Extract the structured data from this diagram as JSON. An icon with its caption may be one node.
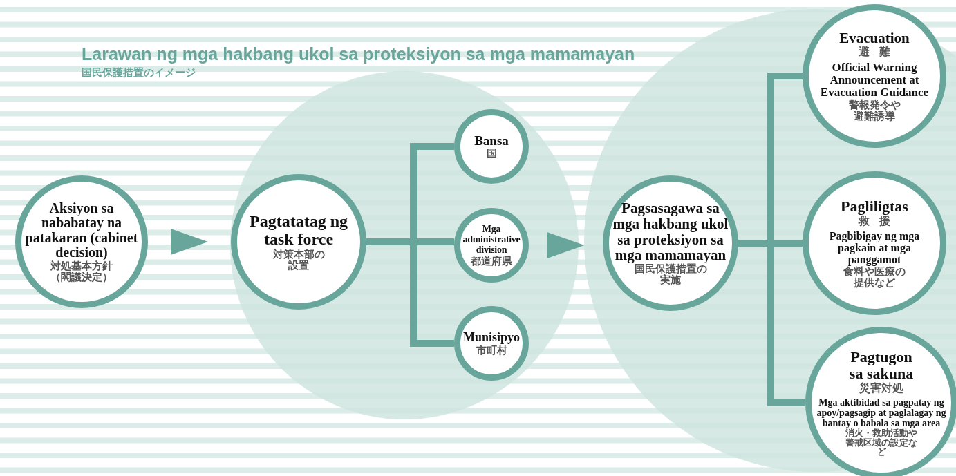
{
  "diagram": {
    "title": "Larawan ng mga hakbang ukol sa proteksiyon sa mga mamamayan",
    "nodes": [
      {
        "text": [
          "Aksiyon sa nababatay na patakaran (cabinet decision)",
          "対処基本方針（閣議決定）"
        ]
      },
      {
        "text": [
          "Pagtatatag ng task force",
          "対策本部の設置"
        ]
      },
      {
        "text": [
          "Bansa",
          "国"
        ]
      },
      {
        "text": [
          "Mga administrative division",
          "都道府県"
        ]
      },
      {
        "text": [
          "Munisipyo",
          "市町村"
        ]
      },
      {
        "text": [
          "Pagsasagawa sa mga hakbang ukol sa proteksiyon sa mga mamamayan",
          "国民保護措置の実施"
        ]
      },
      {
        "text": [
          "Evacuation",
          "避難",
          "Official Warning Announcement at Evacuation Guidance",
          "警報発令や避難誘導"
        ]
      },
      {
        "text": [
          "Pagliligtas",
          "救援",
          "Pagbibigay ng mga pagkain at mga panggamot",
          "食料や医療の提供など"
        ]
      },
      {
        "text": [
          "Pagtugon sa sakuna",
          "災害対処",
          "Mga aktibidad sa pagpatay ng apoy/pagsagip at paglalagay ng bantay o babala sa mga area",
          "消火・救助活動や警戒区域の設定など"
        ]
      }
    ],
    "edges": [
      {
        "from": 0,
        "to": 1,
        "arrow": "to"
      },
      {
        "from": 1,
        "to": 2,
        "arrow": "none"
      },
      {
        "from": 1,
        "to": 3,
        "arrow": "none"
      },
      {
        "from": 1,
        "to": 4,
        "arrow": "none"
      },
      {
        "from": 3,
        "to": 5,
        "arrow": "to"
      },
      {
        "from": 5,
        "to": 6,
        "arrow": "none"
      },
      {
        "from": 5,
        "to": 7,
        "arrow": "none"
      },
      {
        "from": 5,
        "to": 8,
        "arrow": "none"
      }
    ],
    "labels": [
      "国民保護措置のイメージ"
    ]
  }
}
